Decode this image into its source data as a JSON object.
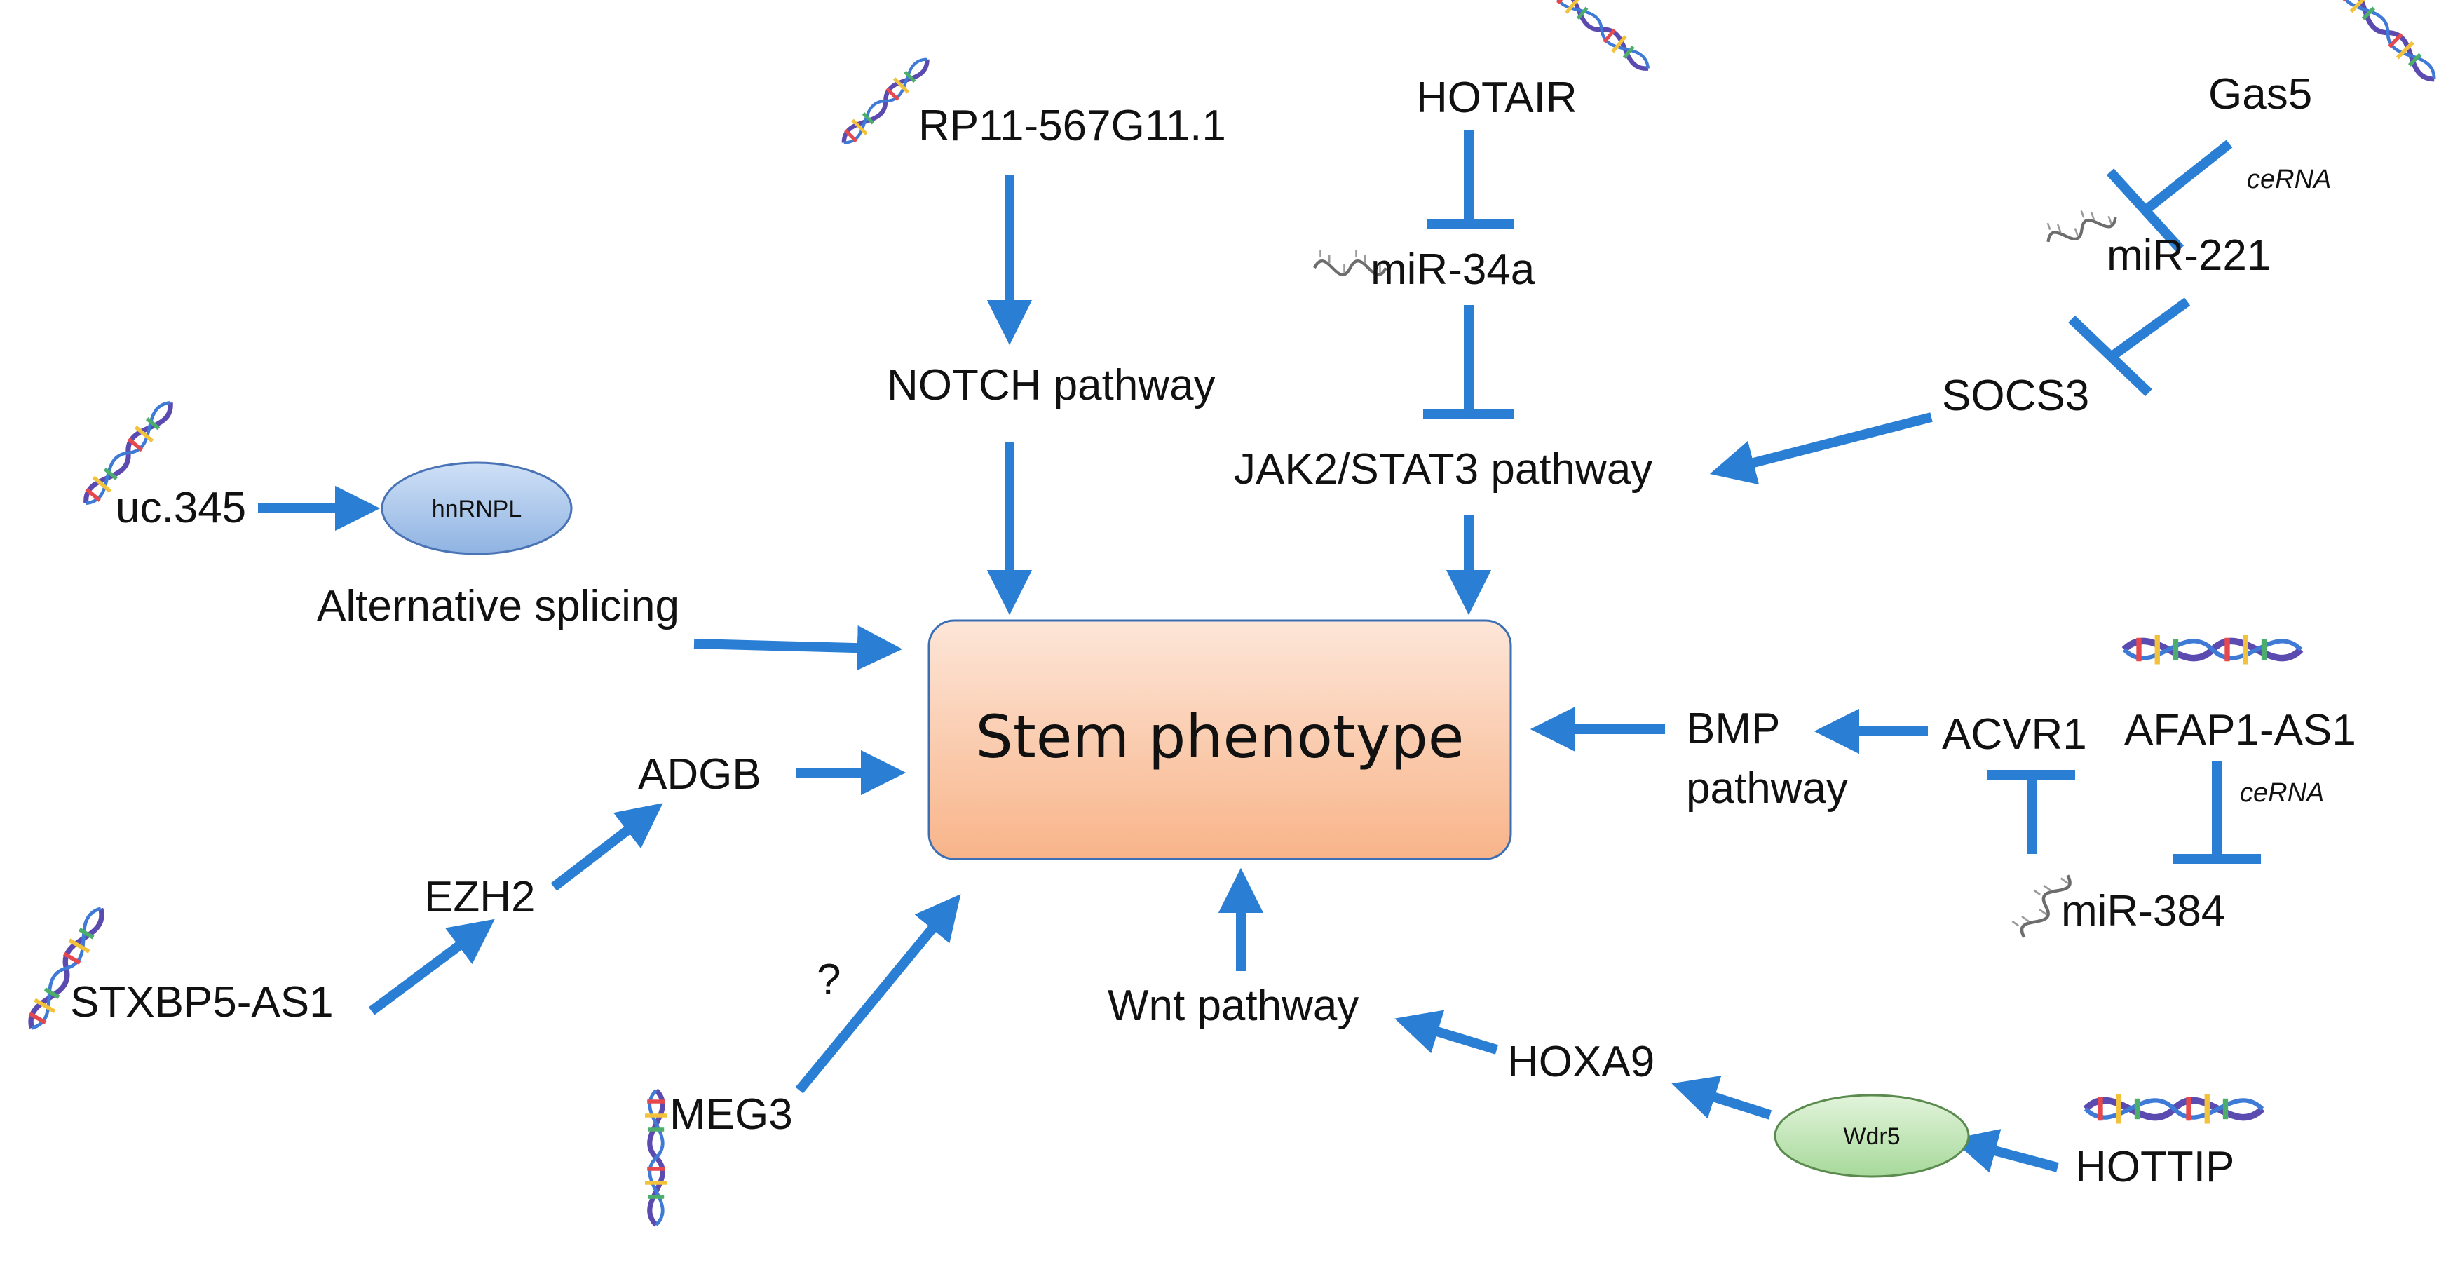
{
  "colors": {
    "arrow": "#2a7fd4",
    "center_fill_top": "#fde6d8",
    "center_fill_bottom": "#f8b489",
    "center_stroke": "#3b6fb4",
    "hnrnpl_fill": "#a9c5ea",
    "wdr5_fill": "#b9e3ad",
    "lncrna_strand": "#5b4bb0",
    "mirna_strand": "#6d6d6d"
  },
  "center": {
    "label": "Stem phenotype"
  },
  "nodes": {
    "rp11": "RP11-567G11.1",
    "notch": "NOTCH pathway",
    "hotair": "HOTAIR",
    "mir34a": "miR-34a",
    "jak2": "JAK2/STAT3 pathway",
    "gas5": "Gas5",
    "mir221": "miR-221",
    "socs3": "SOCS3",
    "uc345": "uc.345",
    "hnrnpl": "hnRNPL",
    "alt_splicing": "Alternative splicing",
    "adgb": "ADGB",
    "ezh2": "EZH2",
    "stxbp5": "STXBP5-AS1",
    "meg3": "MEG3",
    "question": "?",
    "wnt": "Wnt pathway",
    "hoxa9": "HOXA9",
    "wdr5": "Wdr5",
    "hottip": "HOTTIP",
    "bmp_line1": "BMP",
    "bmp_line2": "pathway",
    "acvr1": "ACVR1",
    "afap1": "AFAP1-AS1",
    "mir384": "miR-384"
  },
  "annotations": {
    "cerna_gas5": "ceRNA",
    "cerna_afap1": "ceRNA"
  },
  "icons": [
    "lncrna-helix-icon",
    "mirna-strand-icon",
    "activation-arrow-icon",
    "inhibition-bar-icon"
  ]
}
